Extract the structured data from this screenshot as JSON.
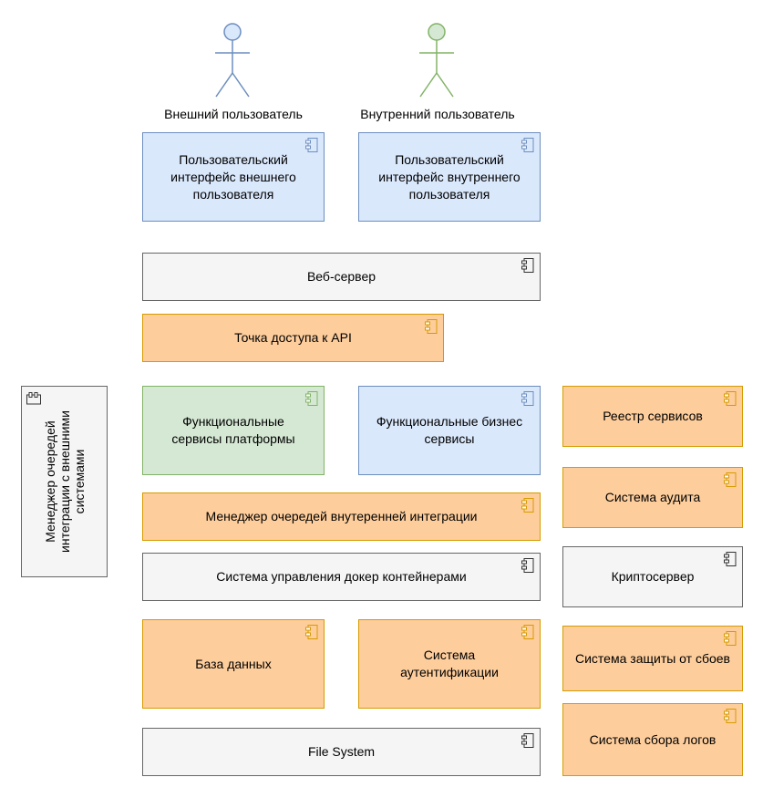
{
  "actors": {
    "external": {
      "label": "Внешний пользователь",
      "fill": "#dae8fc",
      "stroke": "#6c8ebf"
    },
    "internal": {
      "label": "Внутренний пользователь",
      "fill": "#d5e8d4",
      "stroke": "#82b366"
    }
  },
  "components": {
    "ext_ui": "Пользовательский интерфейс внешнего пользователя",
    "int_ui": "Пользовательский интерфейс внутреннего пользователя",
    "web_server": "Веб-сервер",
    "api_access": "Точка доступа к API",
    "platform_services": "Функциональные сервисы платформы",
    "business_services": "Функциональные бизнес сервисы",
    "internal_queue": "Менеджер очередей внутеренней интеграции",
    "docker": "Система управления докер контейнерами",
    "database": "База данных",
    "auth": "Система аутентификации",
    "file_system": "File System",
    "service_registry": "Реестр сервисов",
    "audit": "Система аудита",
    "crypto": "Криптосервер",
    "failover": "Система защиты от сбоев",
    "logs": "Система сбора логов",
    "external_queue": "Менеджер очередей интеграции с внешними системами"
  },
  "colors": {
    "blue_fill": "#dae8fc",
    "blue_stroke": "#6c8ebf",
    "grey_fill": "#f5f5f5",
    "grey_stroke": "#666666",
    "orange_fill": "#fdcd9c",
    "orange_stroke": "#d79b00",
    "green_fill": "#d5e8d4",
    "green_stroke": "#82b366"
  }
}
